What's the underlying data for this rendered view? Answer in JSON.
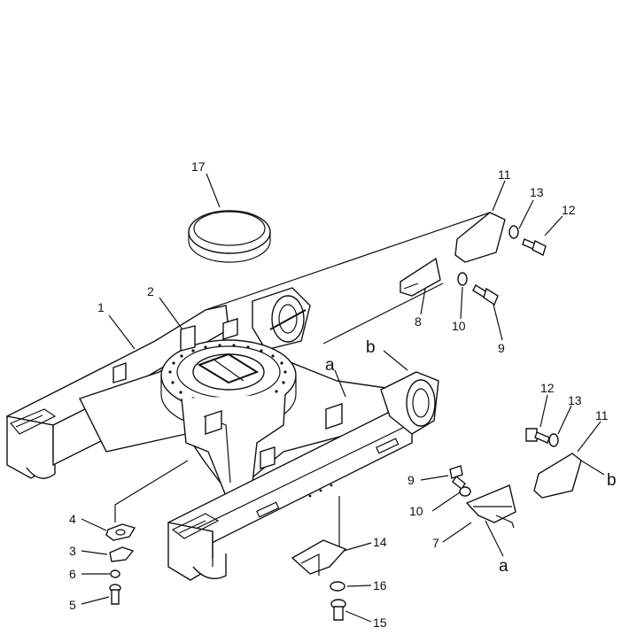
{
  "diagram": {
    "callouts": [
      {
        "id": "c1",
        "label": "1"
      },
      {
        "id": "c2",
        "label": "2"
      },
      {
        "id": "c3",
        "label": "3"
      },
      {
        "id": "c4",
        "label": "4"
      },
      {
        "id": "c5",
        "label": "5"
      },
      {
        "id": "c6",
        "label": "6"
      },
      {
        "id": "c7",
        "label": "7"
      },
      {
        "id": "c8",
        "label": "8"
      },
      {
        "id": "c9a",
        "label": "9"
      },
      {
        "id": "c9b",
        "label": "9"
      },
      {
        "id": "c10a",
        "label": "10"
      },
      {
        "id": "c10b",
        "label": "10"
      },
      {
        "id": "c11a",
        "label": "11"
      },
      {
        "id": "c11b",
        "label": "11"
      },
      {
        "id": "c12a",
        "label": "12"
      },
      {
        "id": "c12b",
        "label": "12"
      },
      {
        "id": "c13a",
        "label": "13"
      },
      {
        "id": "c13b",
        "label": "13"
      },
      {
        "id": "c14",
        "label": "14"
      },
      {
        "id": "c15",
        "label": "15"
      },
      {
        "id": "c16",
        "label": "16"
      },
      {
        "id": "c17",
        "label": "17"
      }
    ],
    "refs": [
      {
        "id": "ra1",
        "label": "a"
      },
      {
        "id": "ra2",
        "label": "a"
      },
      {
        "id": "rb1",
        "label": "b"
      },
      {
        "id": "rb2",
        "label": "b"
      }
    ]
  }
}
